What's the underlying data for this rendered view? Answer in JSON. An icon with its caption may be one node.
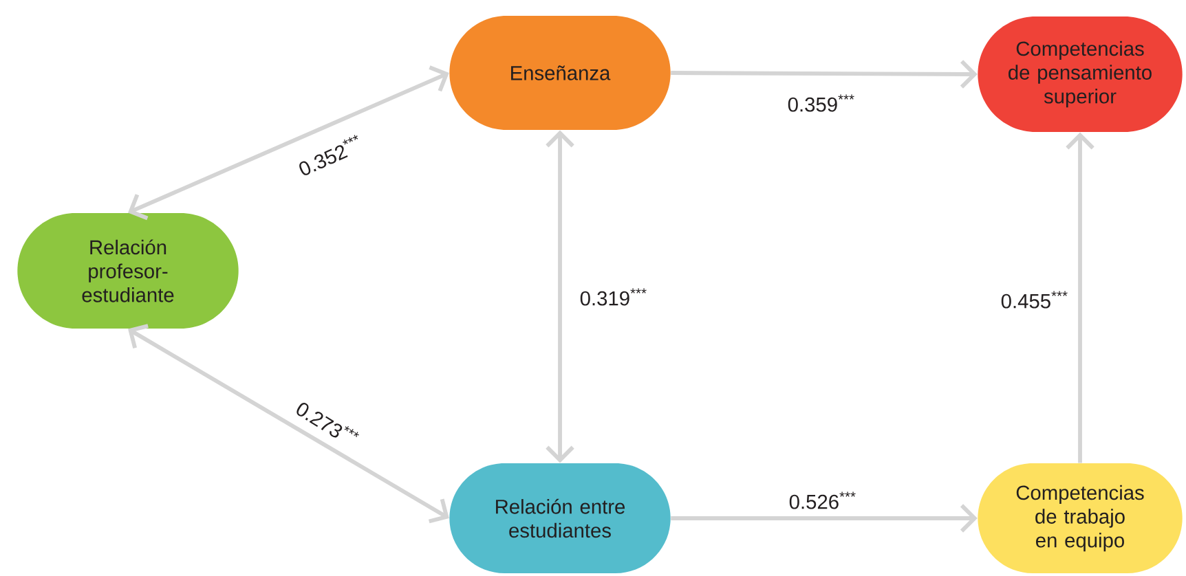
{
  "diagram": {
    "nodes": [
      {
        "text": [
          "Enseñanza"
        ]
      },
      {
        "text": [
          "Competencias de pensamiento superior"
        ]
      },
      {
        "text": [
          "Relación profesor-estudiante"
        ]
      },
      {
        "text": [
          "Relación entre estudiantes"
        ]
      },
      {
        "text": [
          "Competencias de trabajo en equipo"
        ]
      }
    ],
    "edges": [
      {
        "from": 2,
        "to": 0,
        "arrow": "both",
        "label": "0.352$^{***}$"
      },
      {
        "from": 0,
        "to": 1,
        "arrow": "to",
        "label": "0.359$^{***}$"
      },
      {
        "from": 0,
        "to": 3,
        "arrow": "both",
        "label": "0.319$^{***}$"
      },
      {
        "from": 2,
        "to": 3,
        "arrow": "both",
        "label": "0.273$^{***}$"
      },
      {
        "from": 3,
        "to": 4,
        "arrow": "to",
        "label": "0.526$^{***}$"
      },
      {
        "from": 4,
        "to": 1,
        "arrow": "to",
        "label": "0.455$^{***}$"
      }
    ]
  }
}
